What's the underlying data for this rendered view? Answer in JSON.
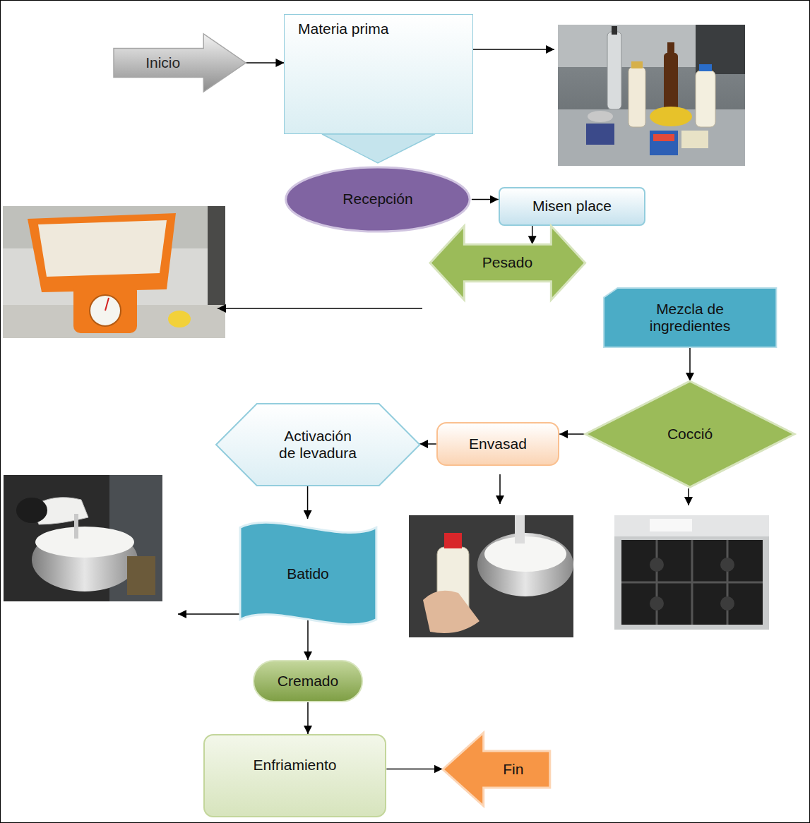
{
  "diagram": {
    "nodes": [
      {
        "text": [
          "Inicio"
        ]
      },
      {
        "text": [
          "Materia prima"
        ]
      },
      {
        "text": [
          "Recepción"
        ]
      },
      {
        "text": [
          "Misen place"
        ]
      },
      {
        "text": [
          "Pesado"
        ]
      },
      {
        "text": [
          "Mezcla de ingredientes"
        ]
      },
      {
        "text": [
          "Cocció"
        ]
      },
      {
        "text": [
          "Envasad"
        ]
      },
      {
        "text": [
          "Activación de levadura"
        ]
      },
      {
        "text": [
          "Batido"
        ]
      },
      {
        "text": [
          "Cremado"
        ]
      },
      {
        "text": [
          "Enfriamiento"
        ]
      },
      {
        "text": [
          "Fin"
        ]
      }
    ],
    "edges": [
      {
        "from": 0,
        "to": 1,
        "arrow": "to"
      },
      {
        "from": 1,
        "to": 2,
        "arrow": "to"
      },
      {
        "from": 2,
        "to": 3,
        "arrow": "to"
      },
      {
        "from": 3,
        "to": 4,
        "arrow": "to"
      },
      {
        "from": 5,
        "to": 6,
        "arrow": "to"
      },
      {
        "from": 6,
        "to": 7,
        "arrow": "to"
      },
      {
        "from": 7,
        "to": 8,
        "arrow": "to"
      },
      {
        "from": 8,
        "to": 9,
        "arrow": "to"
      },
      {
        "from": 9,
        "to": 10,
        "arrow": "to"
      },
      {
        "from": 10,
        "to": 11,
        "arrow": "to"
      },
      {
        "from": 11,
        "to": 12,
        "arrow": "to"
      }
    ]
  }
}
